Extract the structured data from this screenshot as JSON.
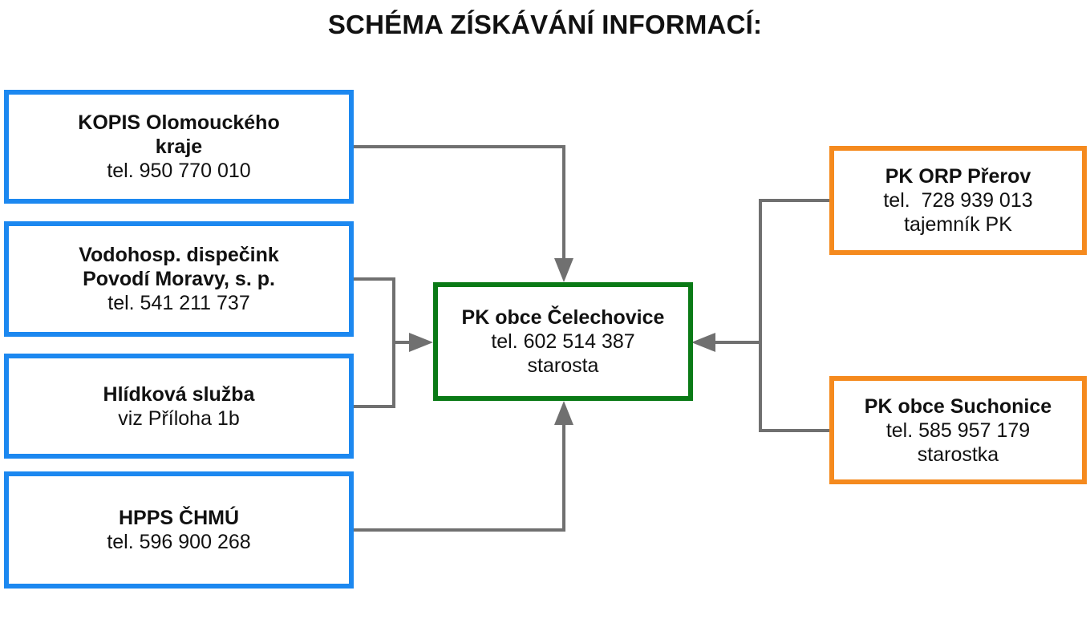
{
  "title": "SCHÉMA ZÍSKÁVÁNÍ INFORMACÍ:",
  "colors": {
    "source_border": "#1c88f0",
    "center_border": "#0a7a16",
    "contact_border": "#f58a1e",
    "connector": "#707070"
  },
  "sources": [
    {
      "name": "KOPIS Olomouckého\nkraje",
      "line1": "tel. 950 770 010"
    },
    {
      "name": "Vodohosp. dispečink\nPovodí Moravy, s. p.",
      "line1": "tel. 541 211 737"
    },
    {
      "name": "Hlídková služba",
      "line1": "viz Příloha 1b"
    },
    {
      "name": "HPPS ČHMÚ",
      "line1": "tel. 596 900 268"
    }
  ],
  "center": {
    "name": "PK obce Čelechovice",
    "line1": "tel. 602 514 387",
    "line2": "starosta"
  },
  "contacts": [
    {
      "name": "PK ORP Přerov",
      "line1": "tel.  728 939 013",
      "line2": "tajemník PK"
    },
    {
      "name": "PK obce Suchonice",
      "line1": "tel. 585 957 179",
      "line2": "starostka"
    }
  ]
}
